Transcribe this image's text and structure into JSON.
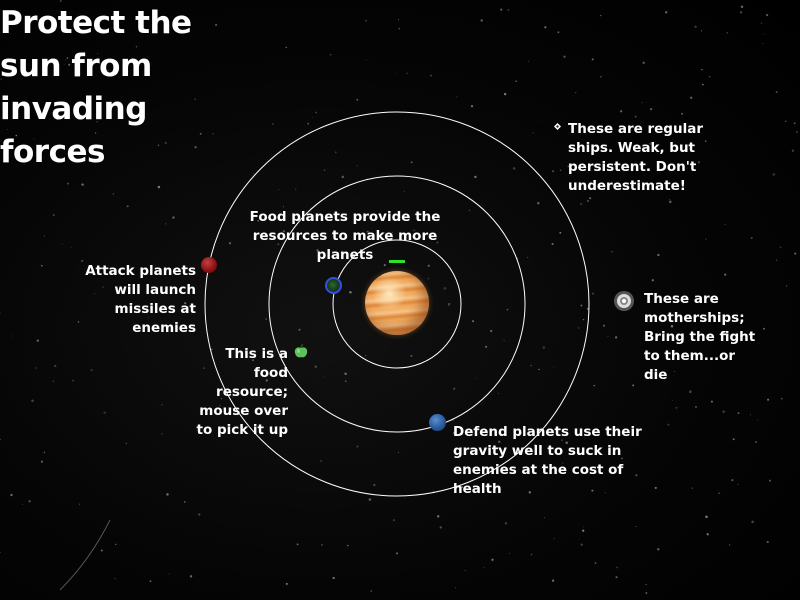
{
  "title": "Protect the sun from invading forces",
  "tips": {
    "regular_ships": "These are regular ships. Weak, but persistent. Don't underestimate!",
    "food_planets": "Food planets provide the resources to make more planets",
    "attack_planets": "Attack planets will launch missiles at enemies",
    "motherships": "These are motherships; Bring the fight to them...or die",
    "food_resource": "This is a food resource; mouse over to pick it up",
    "defend_planets": "Defend planets use their gravity well to suck in enemies at the cost of health"
  },
  "colors": {
    "background": "#000000",
    "orbit": "#ffffff",
    "sun_health": "#2ee02e",
    "attack_planet": "#8a1010",
    "food_planet_ring": "#2a55d8",
    "defend_planet": "#2a5a9a",
    "food_resource": "#5cc25c"
  },
  "icons": {
    "sun": "sun-icon",
    "attack_planet": "red-planet-icon",
    "food_planet": "green-planet-icon",
    "defend_planet": "blue-planet-icon",
    "food_resource": "apple-icon",
    "regular_ship": "diamond-ship-icon",
    "mothership": "mothership-icon"
  },
  "orbit_count": 3
}
